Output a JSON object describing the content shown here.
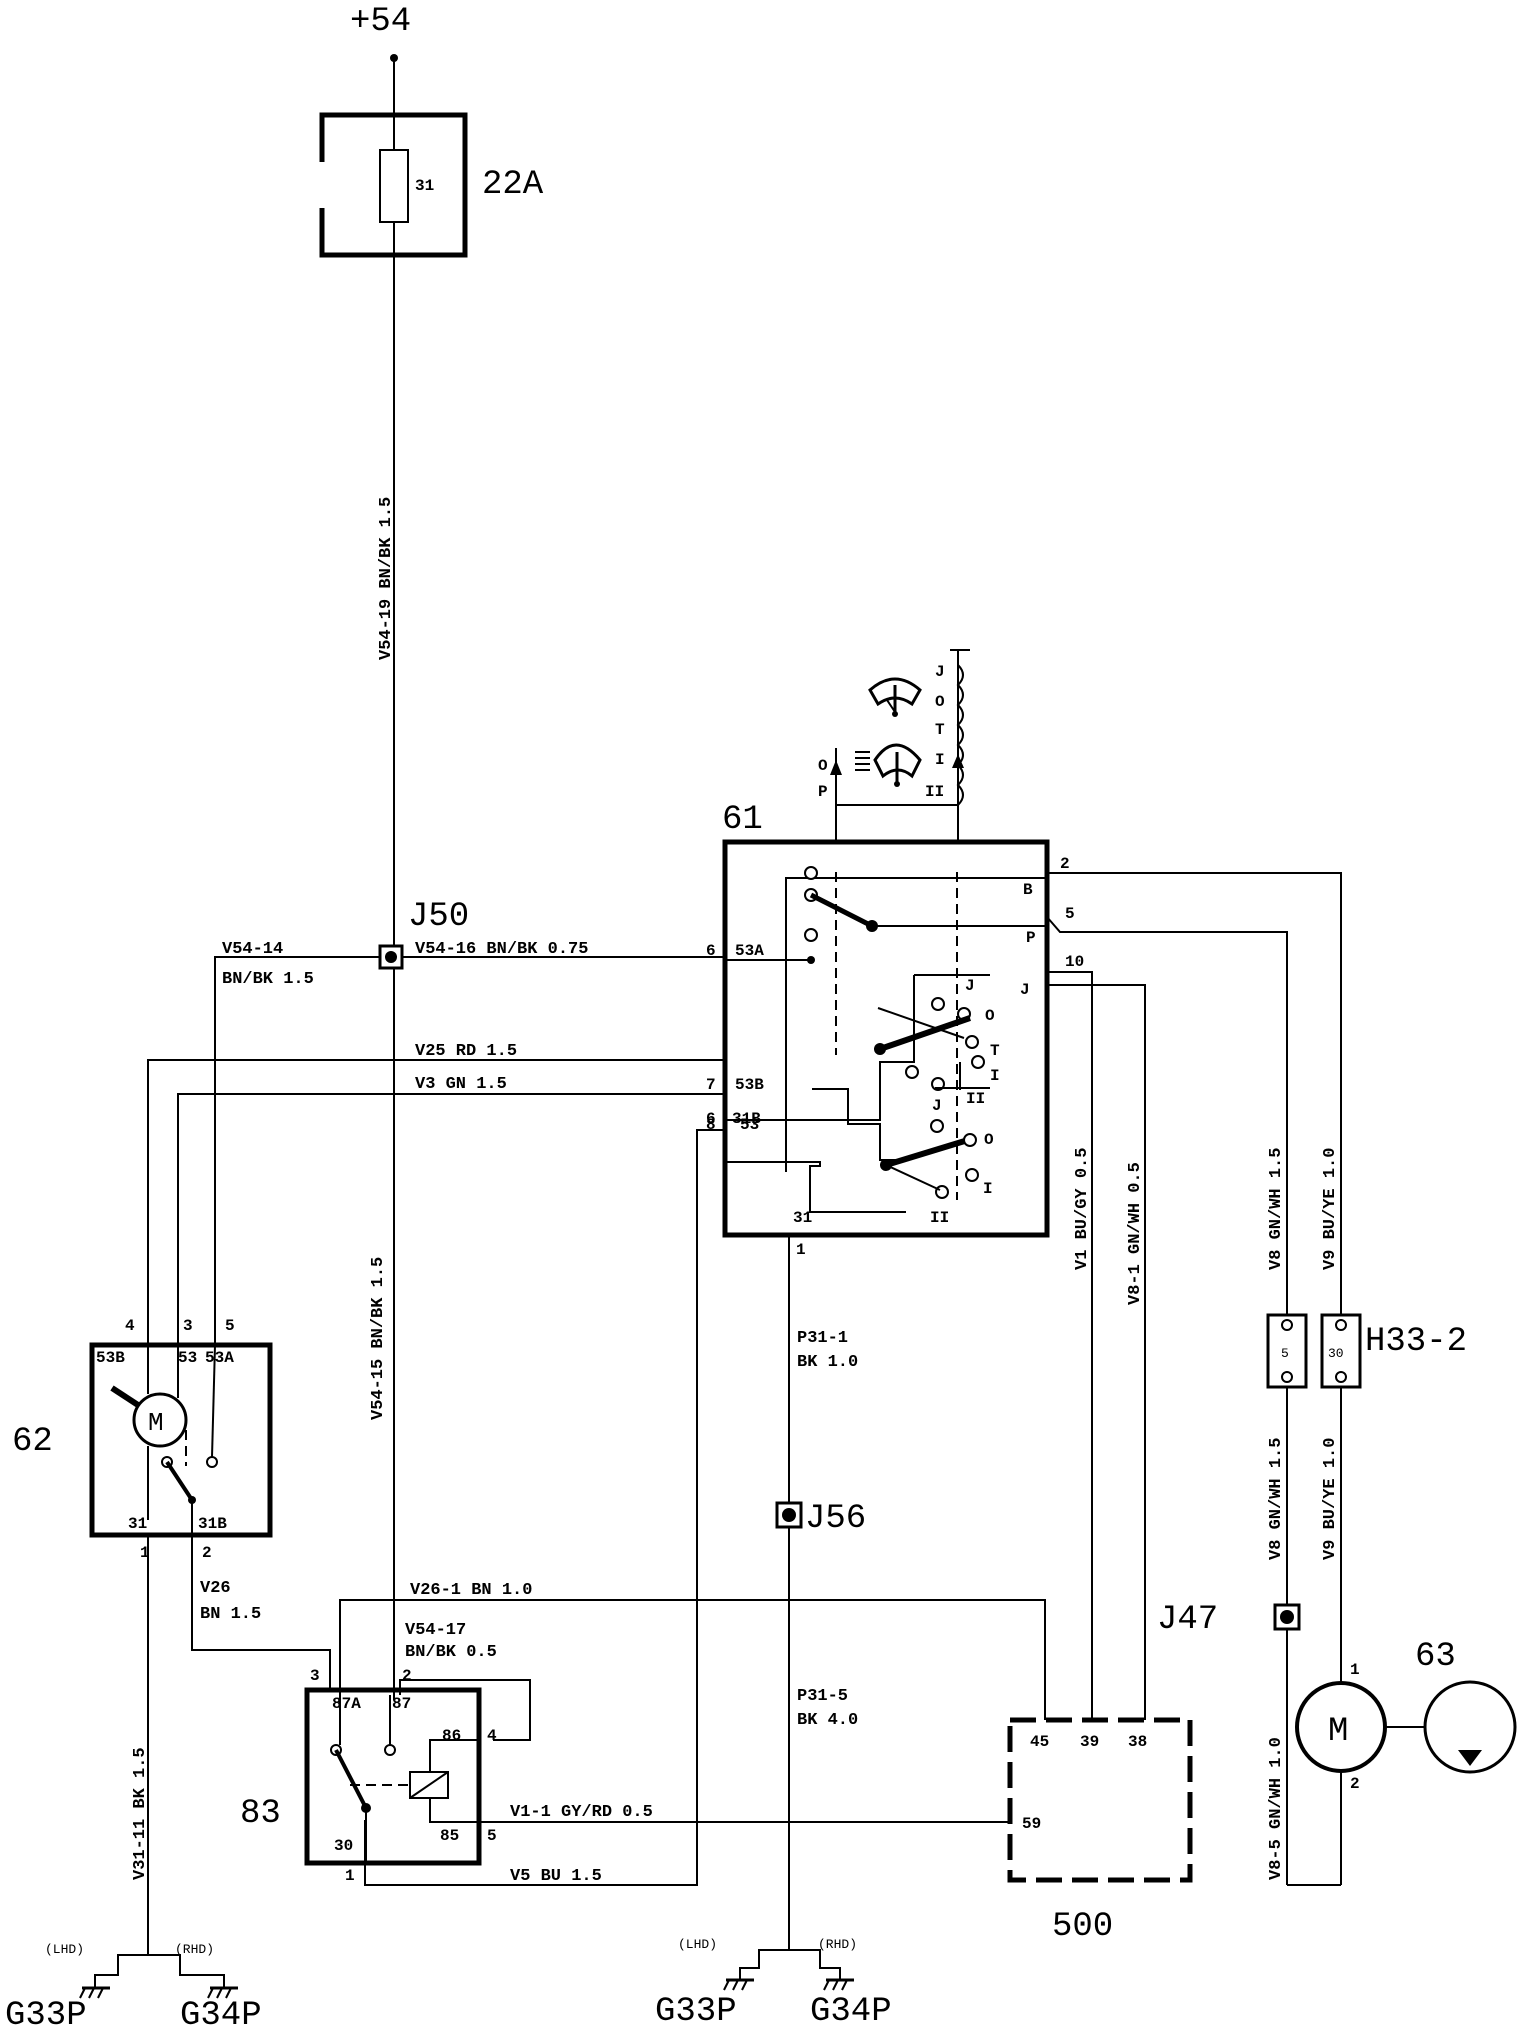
{
  "supply": "+54",
  "fuse": {
    "id": "22A",
    "pin": "31"
  },
  "wires": {
    "w_v54_19": "V54-19 BN/BK 1.5",
    "w_v54_14": "V54-14",
    "w_bnbk15": "BN/BK 1.5",
    "w_v54_16": "V54-16 BN/BK 0.75",
    "w_v25": "V25  RD  1.5",
    "w_v3": "V3  GN  1.5",
    "w_v54_15": "V54-15 BN/BK 1.5",
    "w_v1": "V1  BU/GY 0.5",
    "w_v8_1": "V8-1 GN/WH 0.5",
    "w_v8_top": "V8  GN/WH  1.5",
    "w_v9_top": "V9  BU/YE  1.0",
    "w_v8_mid": "V8  GN/WH  1.5",
    "w_v9_mid": "V9  BU/YE  1.0",
    "w_v8_5": "V8-5 GN/WH  1.0",
    "w_p31_1a": "P31-1",
    "w_p31_1b": "BK 1.0",
    "w_p31_5a": "P31-5",
    "w_p31_5b": "BK 4.0",
    "w_v26a": "V26",
    "w_v26b": "BN 1.5",
    "w_v26_1": "V26-1  BN    1.0",
    "w_v54_17a": "V54-17",
    "w_v54_17b": "BN/BK 0.5",
    "w_v1_1": "V1-1  GY/RD   0.5",
    "w_v5": "V5  BU 1.5",
    "w_v31_11": "V31-11 BK 1.5"
  },
  "junctions": {
    "j50": "J50",
    "j56": "J56",
    "j47": "J47"
  },
  "switch61": {
    "id": "61",
    "pins": {
      "p2": "2",
      "pB": "B",
      "p5": "5",
      "pP": "P",
      "p10": "10",
      "p6a": "6",
      "p53A": "53A",
      "p7": "7",
      "p53B": "53B",
      "p8": "8",
      "p53": "53",
      "p6b": "6",
      "p31B": "31B",
      "p31": "31",
      "p1": "1"
    },
    "positions": {
      "J1": "J",
      "O1": "O",
      "I1": "I",
      "II1": "II",
      "J2": "J",
      "O2": "O",
      "I2": "I",
      "II2": "II",
      "T1": "T"
    },
    "lever": {
      "O": "O",
      "P": "P",
      "J": "J",
      "O2": "O",
      "T": "T",
      "I": "I",
      "II": "II"
    }
  },
  "motor62": {
    "id": "62",
    "m": "M",
    "pins": {
      "p4": "4",
      "p3": "3",
      "p5": "5",
      "t53B": "53B",
      "t53": "53",
      "t53A": "53A",
      "t31": "31",
      "t31B": "31B",
      "p1": "1",
      "p2": "2"
    }
  },
  "relay83": {
    "id": "83",
    "pins": {
      "p3": "3",
      "p2": "2",
      "t87A": "87A",
      "t87": "87",
      "t86": "86",
      "p4": "4",
      "t85": "85",
      "p5": "5",
      "t30": "30",
      "p1": "1"
    }
  },
  "module500": {
    "id": "500",
    "pins": {
      "p45": "45",
      "p39": "39",
      "p38": "38",
      "p59": "59"
    }
  },
  "connector": {
    "id": "H33-2",
    "p5": "5",
    "p30": "30"
  },
  "pump63": {
    "id": "63",
    "m": "M",
    "p1": "1",
    "p2": "2"
  },
  "grounds": {
    "lhd": "(LHD)",
    "rhd": "(RHD)",
    "g33": "G33P",
    "g34": "G34P"
  }
}
